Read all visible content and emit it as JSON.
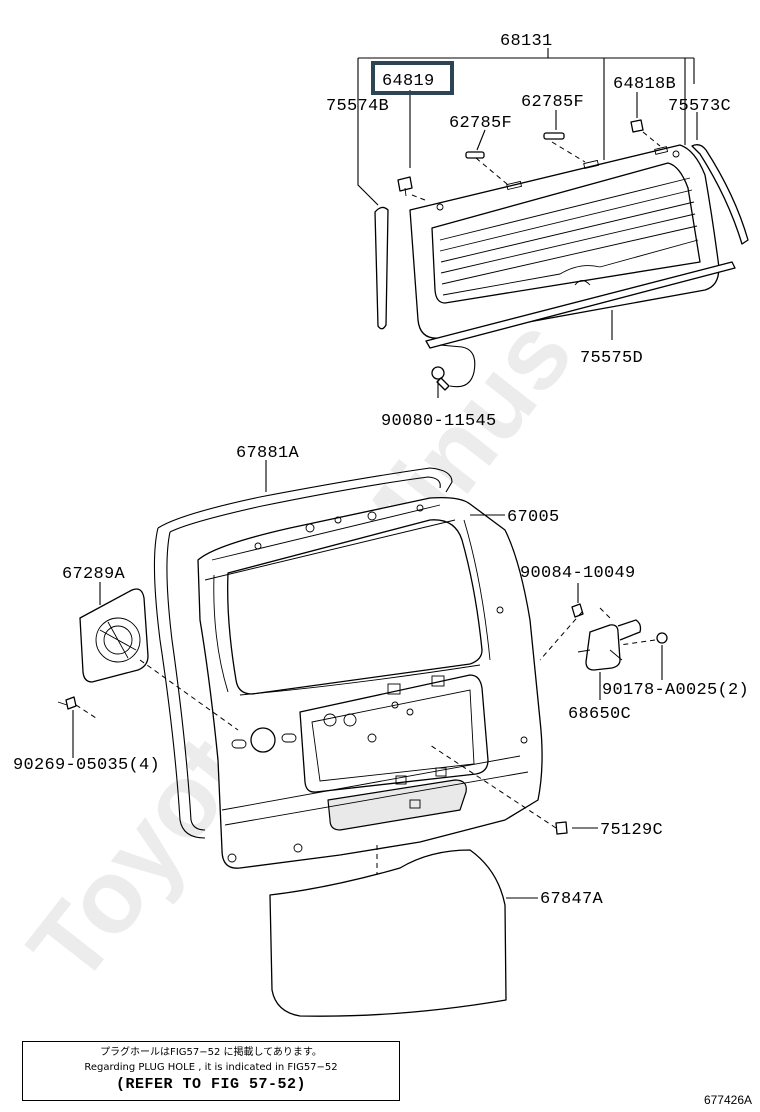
{
  "watermark": "ToyotaCarMinus",
  "parts": {
    "p68131": "68131",
    "p64819": "64819",
    "p75574B": "75574B",
    "p62785F_left": "62785F",
    "p62785F_right": "62785F",
    "p64818B": "64818B",
    "p75573C": "75573C",
    "p75575D": "75575D",
    "p90080": "90080-11545",
    "p67881A": "67881A",
    "p67005": "67005",
    "p67289A": "67289A",
    "p90084": "90084-10049",
    "p90178": "90178-A0025(2)",
    "p68650C": "68650C",
    "p90269": "90269-05035(4)",
    "p75129C": "75129C",
    "p67847A": "67847A"
  },
  "highlight_color": "#2d4454",
  "note": {
    "line1": "プラグホールはFIG57−52 に掲載してあります。",
    "line2": "Regarding PLUG HOLE , it is indicated in FIG57−52",
    "line3": "(REFER TO FIG 57-52)"
  },
  "figure_code": "677426A"
}
